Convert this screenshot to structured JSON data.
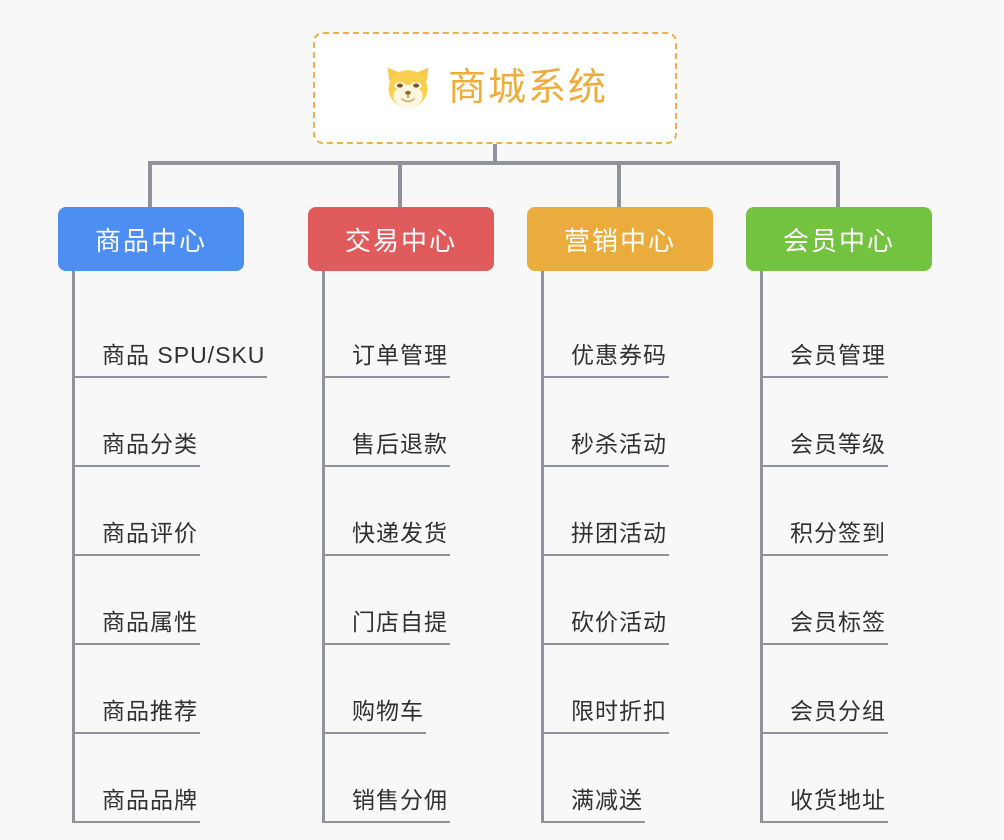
{
  "page": {
    "background_color": "#f8f8f8",
    "type": "mindmap"
  },
  "root": {
    "title": "商城系统",
    "icon": "shiba-dog-icon",
    "text_color": "#eeac3b",
    "border_color": "#eeb04a",
    "background_color": "#ffffff"
  },
  "connector": {
    "color": "#909399"
  },
  "branches": [
    {
      "label": "商品中心",
      "color": "#4d8ef2",
      "items": [
        "商品 SPU/SKU",
        "商品分类",
        "商品评价",
        "商品属性",
        "商品推荐",
        "商品品牌"
      ]
    },
    {
      "label": "交易中心",
      "color": "#e05c5c",
      "items": [
        "订单管理",
        "售后退款",
        "快递发货",
        "门店自提",
        "购物车",
        "销售分佣"
      ]
    },
    {
      "label": "营销中心",
      "color": "#eaac3c",
      "items": [
        "优惠券码",
        "秒杀活动",
        "拼团活动",
        "砍价活动",
        "限时折扣",
        "满减送"
      ]
    },
    {
      "label": "会员中心",
      "color": "#73c341",
      "items": [
        "会员管理",
        "会员等级",
        "积分签到",
        "会员标签",
        "会员分组",
        "收货地址"
      ]
    }
  ]
}
